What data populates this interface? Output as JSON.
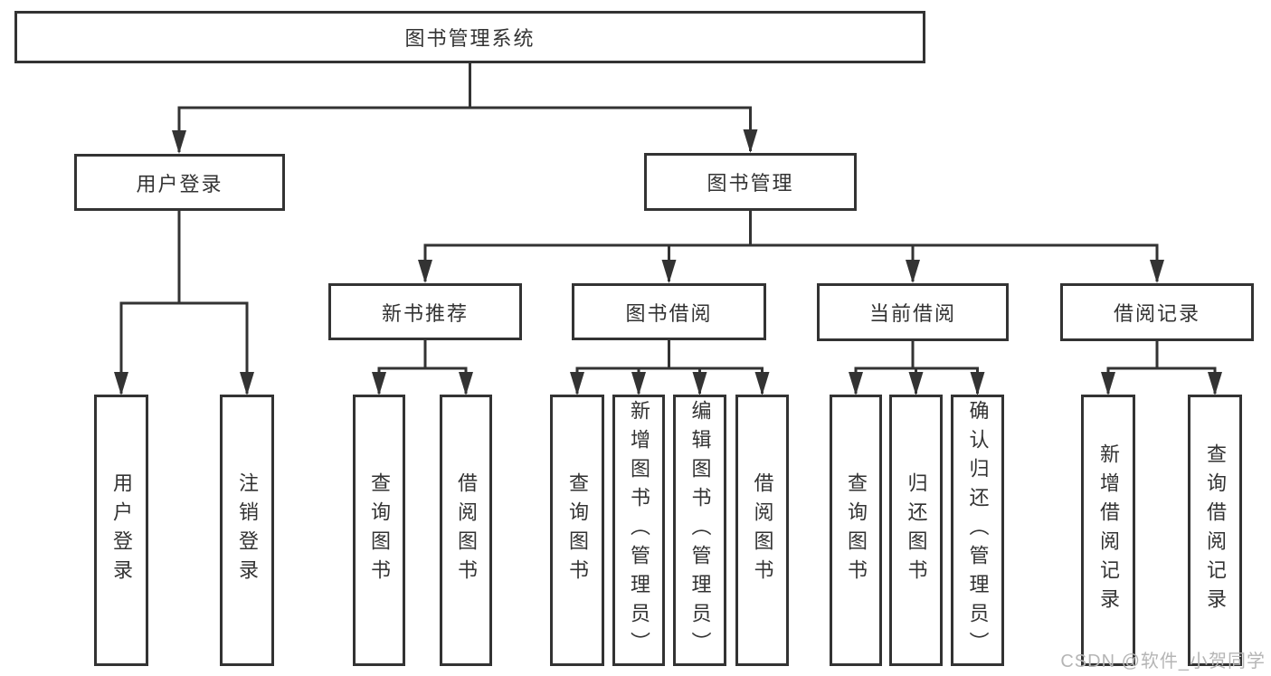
{
  "diagram": {
    "title": "图书管理系统",
    "type": "hierarchy-tree",
    "colors": {
      "border": "#333333",
      "line": "#333333",
      "text": "#333333",
      "background": "#ffffff",
      "watermark": "#b5b5b5"
    },
    "nodes": {
      "root": "图书管理系统",
      "userLogin": "用户登录",
      "bookMgmt": "图书管理",
      "newBookRec": "新书推荐",
      "bookBorrow": "图书借阅",
      "currentBorrow": "当前借阅",
      "borrowRecord": "借阅记录",
      "leafUserLogin": "用户登录",
      "leafLogout": "注销登录",
      "leafQueryBook1": "查询图书",
      "leafBorrowBook1": "借阅图书",
      "leafQueryBook2": "查询图书",
      "leafAddBook": "新增图书（管理员）",
      "leafEditBook": "编辑图书（管理员）",
      "leafBorrowBook2": "借阅图书",
      "leafQueryBook3": "查询图书",
      "leafReturnBook": "归还图书",
      "leafConfirmReturn": "确认归还（管理员）",
      "leafAddBorrowRecord": "新增借阅记录",
      "leafQueryBorrowRecord": "查询借阅记录"
    },
    "edges": [
      [
        "图书管理系统",
        "用户登录"
      ],
      [
        "图书管理系统",
        "图书管理"
      ],
      [
        "用户登录",
        "用户登录(叶)"
      ],
      [
        "用户登录",
        "注销登录"
      ],
      [
        "图书管理",
        "新书推荐"
      ],
      [
        "图书管理",
        "图书借阅"
      ],
      [
        "图书管理",
        "当前借阅"
      ],
      [
        "图书管理",
        "借阅记录"
      ],
      [
        "新书推荐",
        "查询图书"
      ],
      [
        "新书推荐",
        "借阅图书"
      ],
      [
        "图书借阅",
        "查询图书"
      ],
      [
        "图书借阅",
        "新增图书（管理员）"
      ],
      [
        "图书借阅",
        "编辑图书（管理员）"
      ],
      [
        "图书借阅",
        "借阅图书"
      ],
      [
        "当前借阅",
        "查询图书"
      ],
      [
        "当前借阅",
        "归还图书"
      ],
      [
        "当前借阅",
        "确认归还（管理员）"
      ],
      [
        "借阅记录",
        "新增借阅记录"
      ],
      [
        "借阅记录",
        "查询借阅记录"
      ]
    ],
    "watermark": "CSDN @软件_小贺同学"
  }
}
